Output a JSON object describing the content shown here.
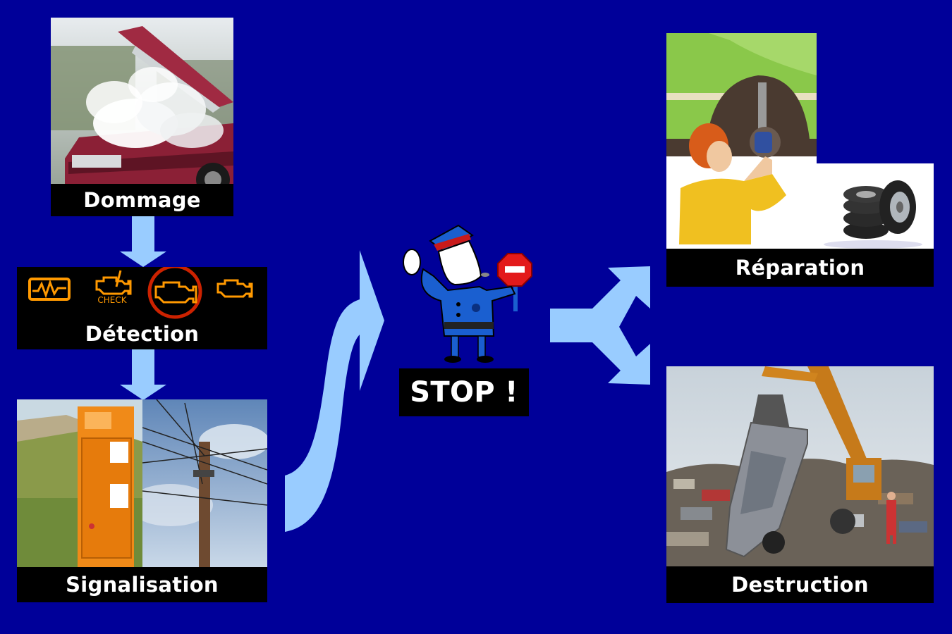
{
  "steps": {
    "damage": {
      "label": "Dommage",
      "image": "car-engine-smoke-photo"
    },
    "detection": {
      "label": "Détection",
      "icons": [
        "warning-wave-icon",
        "check-engine-icon",
        "engine-icon-highlighted",
        "engine-icon"
      ],
      "icon_text": "CHECK"
    },
    "signal": {
      "label": "Signalisation",
      "images": [
        "sos-call-box-photo",
        "power-pole-photo"
      ]
    },
    "stop": {
      "label": "STOP !",
      "image": "policeman-stop-sign-clipart"
    },
    "repair": {
      "label": "Réparation",
      "images": [
        "mechanic-clipart",
        "tires-stack-image"
      ]
    },
    "destruction": {
      "label": "Destruction",
      "image": "scrapyard-crane-photo"
    }
  },
  "colors": {
    "background": "#000099",
    "arrow": "#99ccff",
    "label_bg": "#000000",
    "label_text": "#ffffff",
    "icon_orange": "#ff9900",
    "highlight_red": "#cc2200"
  }
}
